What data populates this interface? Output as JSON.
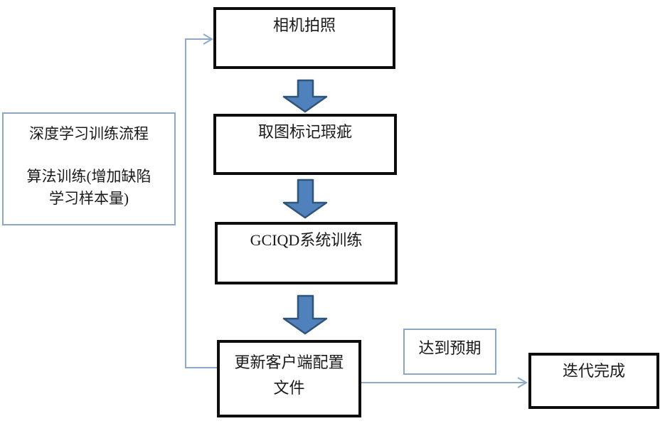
{
  "colors": {
    "background": "#ffffff",
    "node_border": "#0d0d0d",
    "soft_border": "#8ba6c6",
    "connector": "#8ea9c9",
    "block_arrow_fill": "#4f81bd",
    "block_arrow_border": "#2f5479",
    "text": "#1a1a1a"
  },
  "nodes": {
    "camera": {
      "label": "相机拍照"
    },
    "mark_defects": {
      "label": "取图标记瑕疵"
    },
    "gciqd_training": {
      "label": "GCIQD系统训练"
    },
    "update_config": {
      "lines": [
        "更新客户端配置",
        "文件"
      ]
    },
    "iteration_done": {
      "label": "迭代完成"
    }
  },
  "side_panel": {
    "title": "深度学习训练流程",
    "lines": [
      "算法训练(增加缺陷",
      "学习样本量)"
    ]
  },
  "edge_label": {
    "label": "达到预期"
  }
}
